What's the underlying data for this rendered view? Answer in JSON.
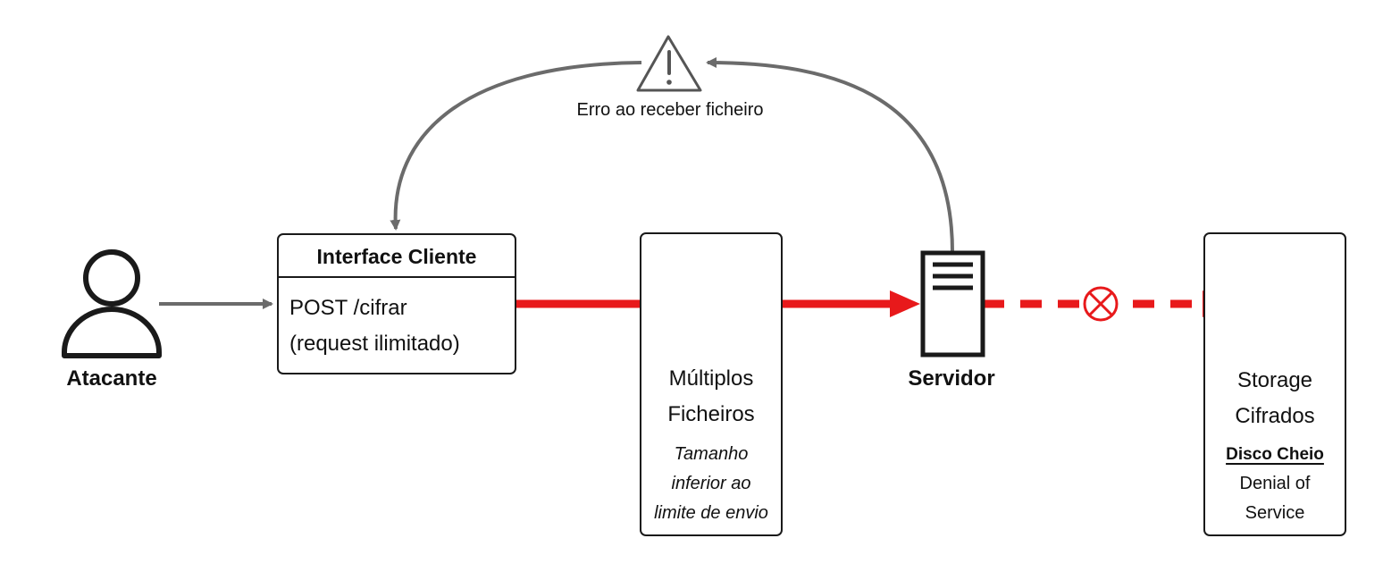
{
  "attacker": {
    "label": "Atacante"
  },
  "client": {
    "title": "Interface Cliente",
    "line1": "POST /cifrar",
    "line2": "(request ilimitado)"
  },
  "files": {
    "label_line1": "Múltiplos",
    "label_line2": "Ficheiros",
    "note_line1": "Tamanho",
    "note_line2": "inferior ao",
    "note_line3": "limite de envio"
  },
  "server": {
    "label": "Servidor"
  },
  "storage": {
    "label_line1": "Storage",
    "label_line2": "Cifrados",
    "status": "Disco Cheio",
    "effect_line1": "Denial of",
    "effect_line2": "Service"
  },
  "error": {
    "label": "Erro ao receber ficheiro"
  },
  "colors": {
    "attack_flow": "#e8191b",
    "return_flow": "#6b6b6b",
    "stroke": "#1a1a1a"
  },
  "icons": {
    "attacker": "user-icon",
    "files": "document-stack-icon",
    "server": "server-icon",
    "storage": "database-icon",
    "warning": "warning-icon",
    "blocked": "blocked-icon"
  }
}
